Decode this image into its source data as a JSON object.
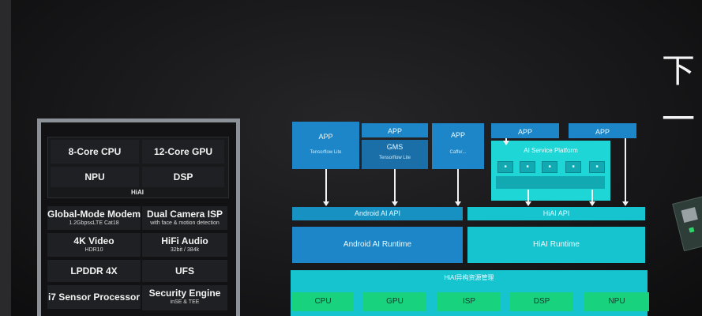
{
  "chip": {
    "cpu": "8-Core CPU",
    "gpu": "12-Core GPU",
    "npu": "NPU",
    "dsp": "DSP",
    "hiai": "HiAI",
    "modem_title": "Global-Mode Modem",
    "modem_sub": "1.2Gbps≤LTE Cat18",
    "isp_title": "Dual Camera ISP",
    "isp_sub": "with face & motion detection",
    "video_title": "4K Video",
    "video_sub": "HDR10",
    "audio_title": "HiFi Audio",
    "audio_sub": "32bit / 384k",
    "lpddr": "LPDDR 4X",
    "ufs": "UFS",
    "sensor": "i7 Sensor Processor",
    "security_title": "Security Engine",
    "security_sub": "inSE & TEE"
  },
  "arch": {
    "app1": "APP",
    "app1_sub": "Tensorflow Lite",
    "app2": "APP",
    "gms": "GMS",
    "gms_sub": "Tensorflow Lite",
    "app3": "APP",
    "app3_sub": "Caffe/...",
    "app4": "APP",
    "app5": "APP",
    "ai_service_platform": "AI Service Platform",
    "android_ai_api": "Android AI API",
    "android_ai_runtime": "Android AI Runtime",
    "hiai_api": "HiAI API",
    "hiai_runtime": "HiAI Runtime",
    "hiai_resource_mgmt": "HiAI异构资源管理",
    "cpu": "CPU",
    "gpu": "GPU",
    "isp": "ISP",
    "dsp": "DSP",
    "npu": "NPU"
  },
  "headline": "下一"
}
